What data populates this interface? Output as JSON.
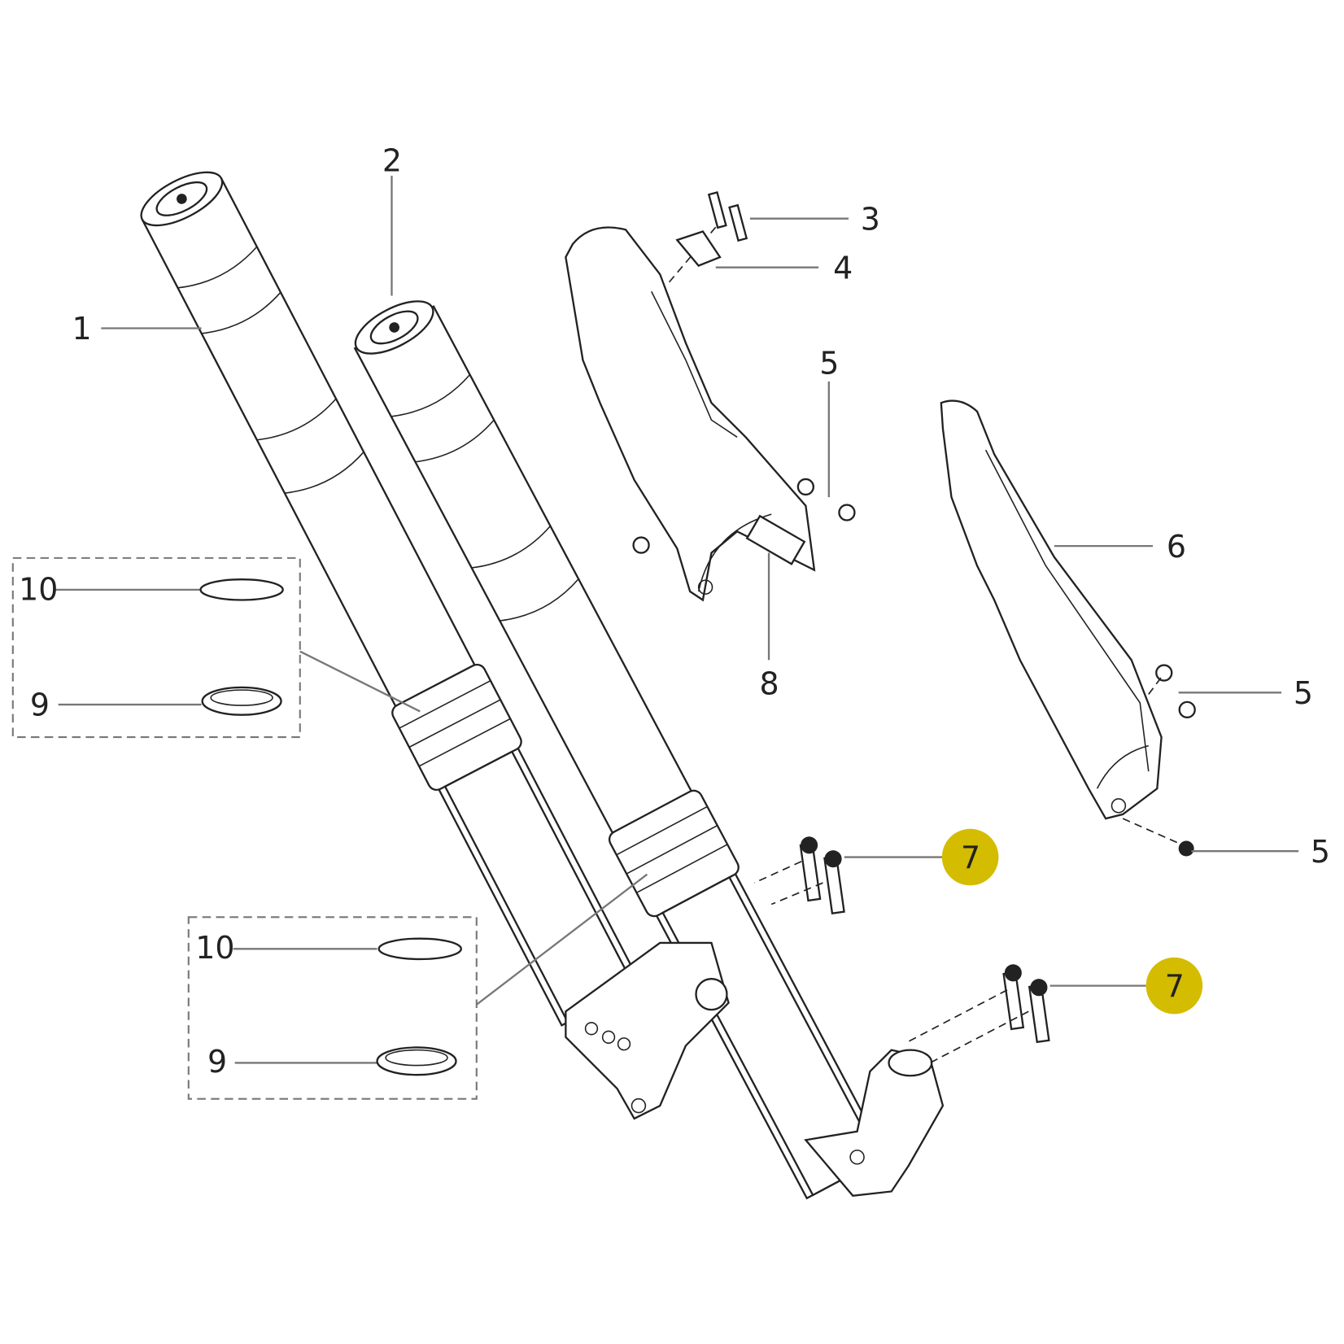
{
  "diagram": {
    "highlight_color": "#d4bc00",
    "callouts": {
      "c1": "1",
      "c2": "2",
      "c3": "3",
      "c4": "4",
      "c5a": "5",
      "c5b": "5",
      "c5c": "5",
      "c6": "6",
      "c7a": "7",
      "c7b": "7",
      "c8": "8",
      "box1_10": "10",
      "box1_9": "9",
      "box2_10": "10",
      "box2_9": "9"
    },
    "highlighted_parts": [
      "7"
    ]
  }
}
